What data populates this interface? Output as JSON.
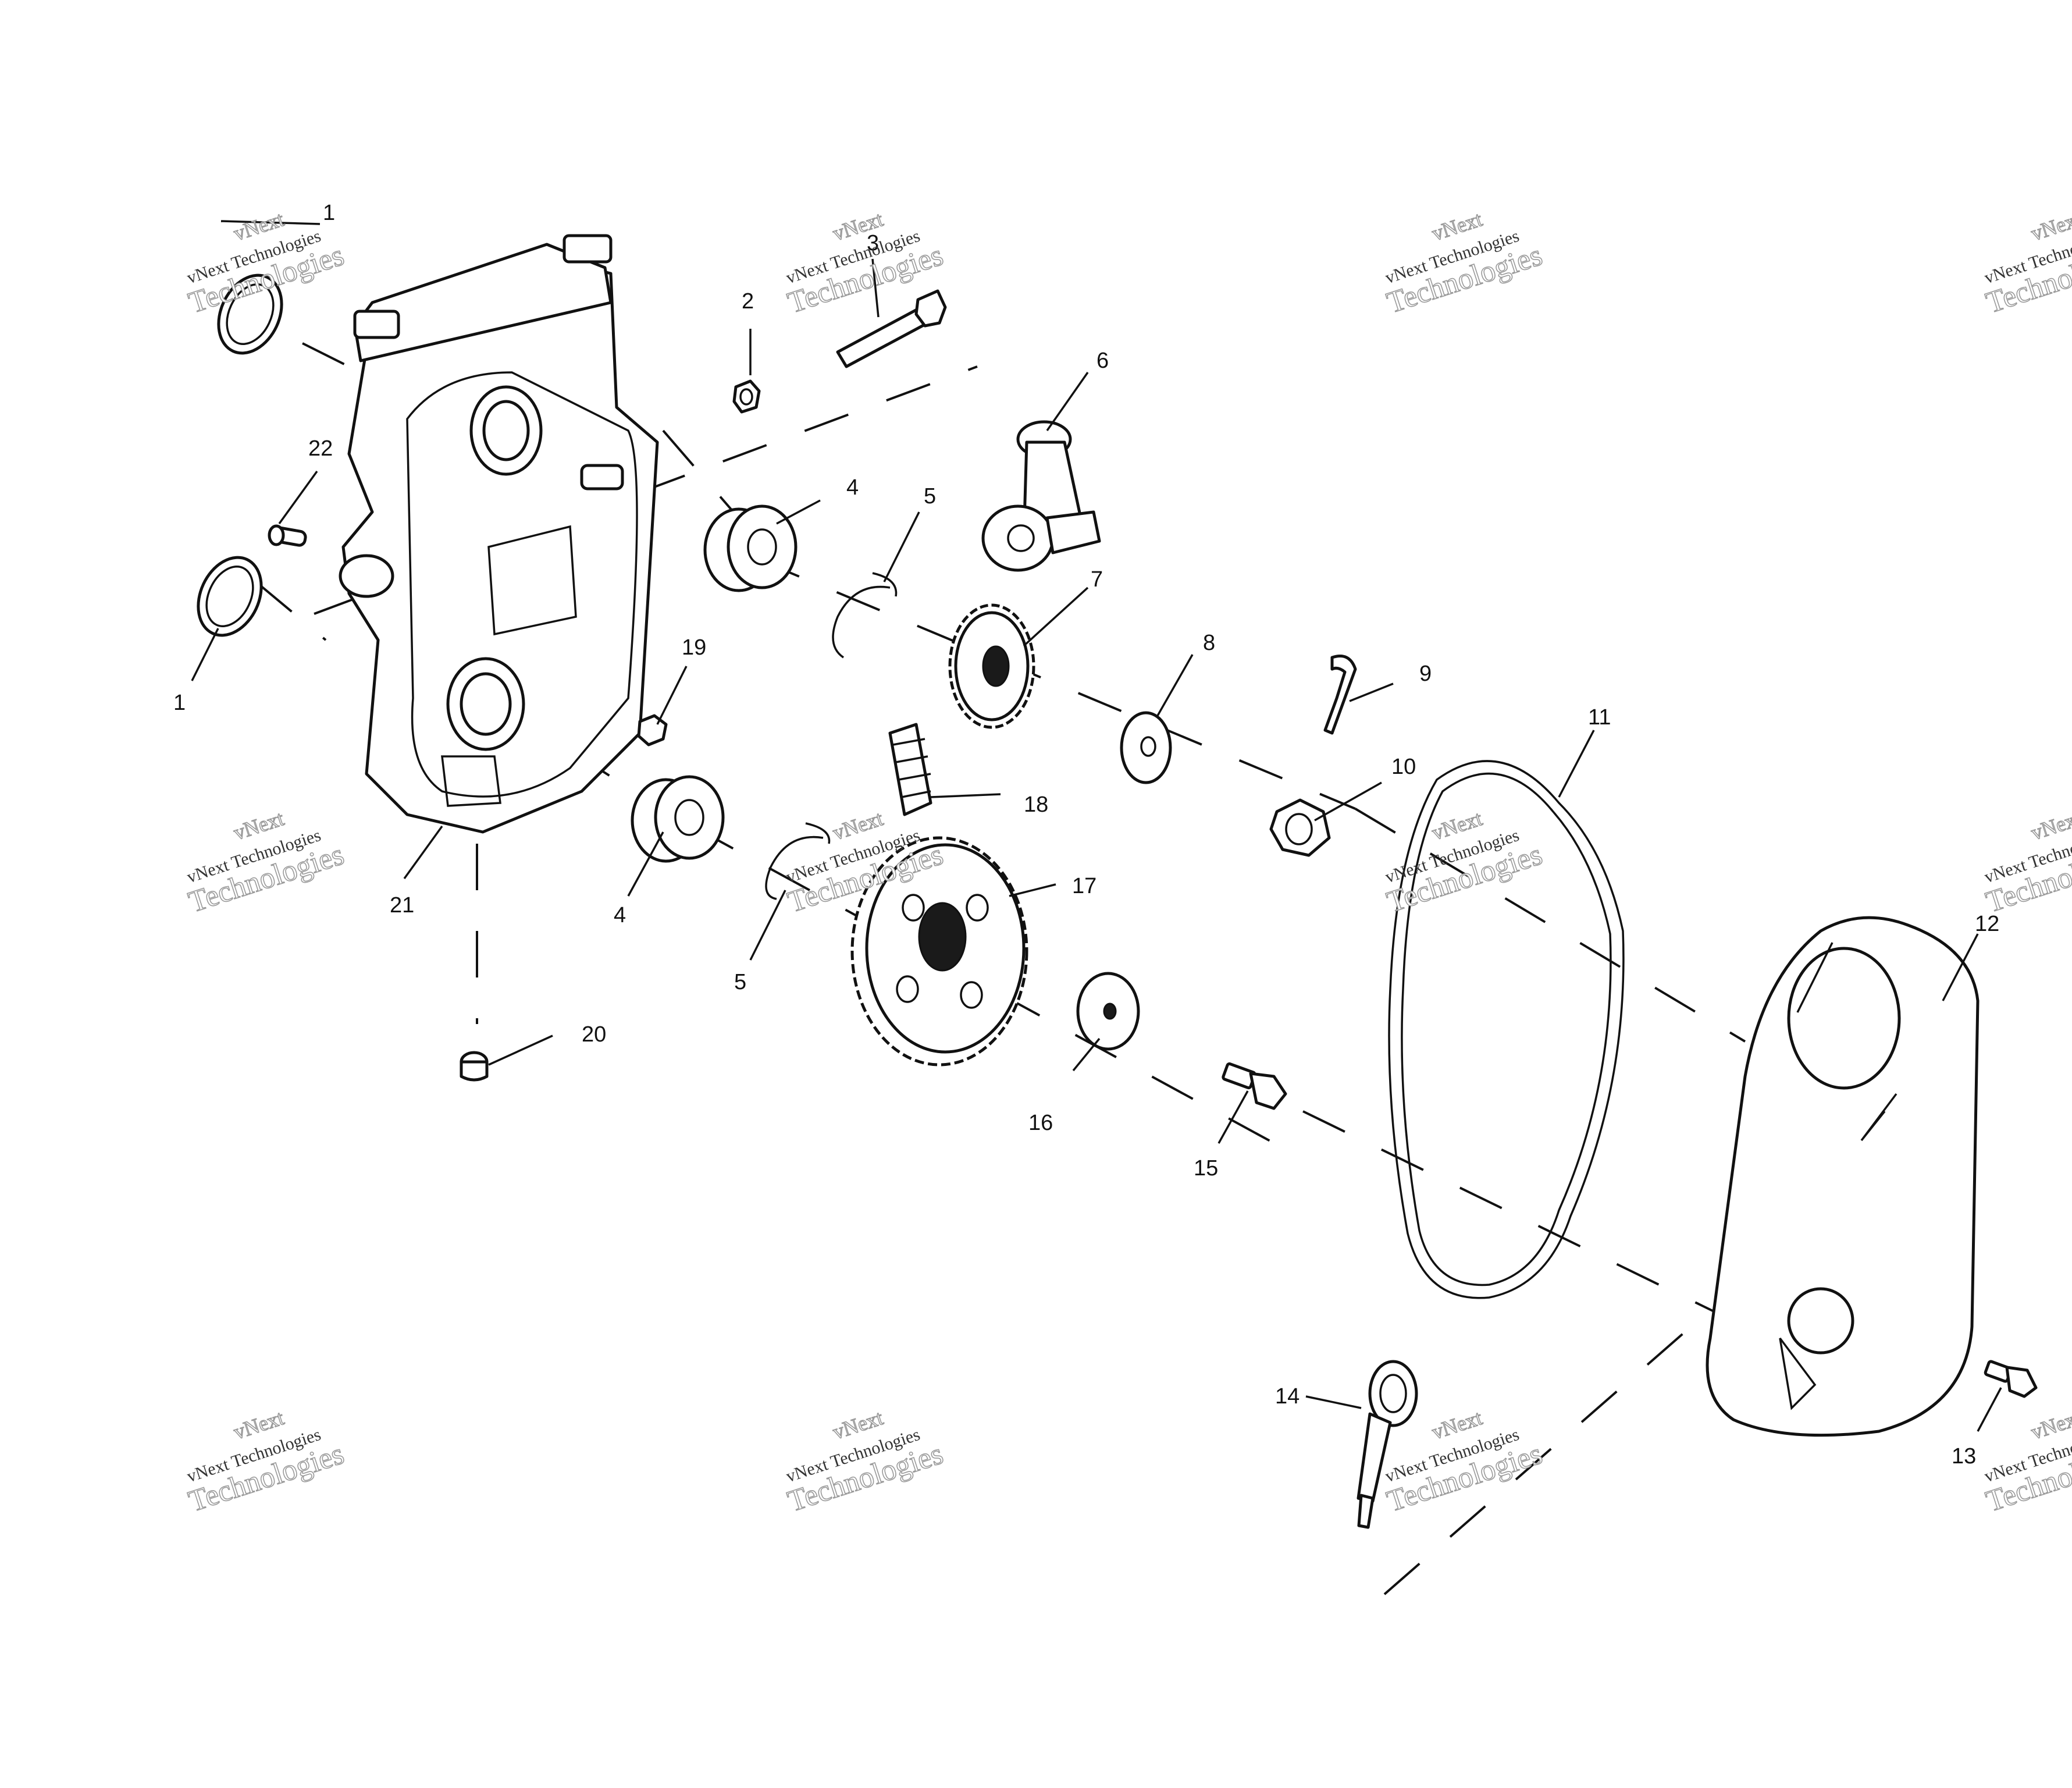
{
  "diagram": {
    "callouts": [
      "1",
      "1",
      "2",
      "3",
      "4",
      "4",
      "5",
      "5",
      "6",
      "7",
      "8",
      "9",
      "10",
      "11",
      "12",
      "13",
      "14",
      "15",
      "16",
      "17",
      "18",
      "19",
      "20",
      "21",
      "22"
    ],
    "watermark": {
      "line1": "vNext",
      "line2": "vNext Technologies",
      "line3": "Technologies"
    }
  }
}
